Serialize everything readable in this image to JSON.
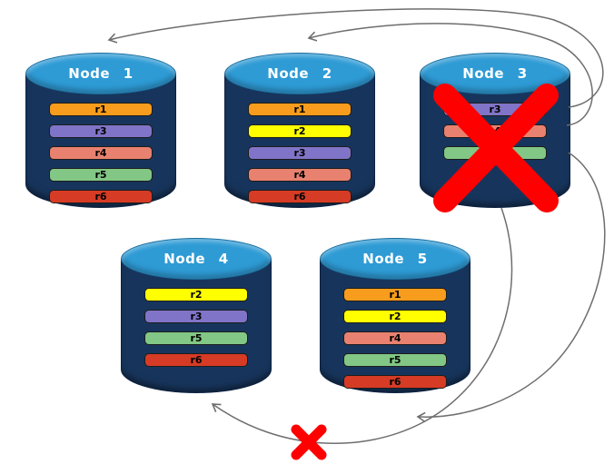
{
  "colors": {
    "background": "#FFFFFF",
    "node_body": "#17355C",
    "node_top": "#2E9BD5",
    "node_label_text": "#FFFFFF",
    "arrow": "#6E6E6E",
    "x_mark": "#FF0000"
  },
  "replica_colors": {
    "r1": "#F79C1D",
    "r2": "#FFFF00",
    "r3": "#8074C8",
    "r4": "#E8816F",
    "r5": "#82C785",
    "r6": "#D63B25"
  },
  "nodes": [
    {
      "label": "Node 1",
      "replicas": [
        "r1",
        "r3",
        "r4",
        "r5",
        "r6"
      ],
      "failed": false
    },
    {
      "label": "Node 2",
      "replicas": [
        "r1",
        "r2",
        "r3",
        "r4",
        "r6"
      ],
      "failed": false
    },
    {
      "label": "Node 3",
      "replicas": [
        "r3",
        "r4",
        "r5"
      ],
      "failed": true
    },
    {
      "label": "Node 4",
      "replicas": [
        "r2",
        "r3",
        "r5",
        "r6"
      ],
      "failed": false
    },
    {
      "label": "Node 5",
      "replicas": [
        "r1",
        "r2",
        "r4",
        "r5",
        "r6"
      ],
      "failed": false
    }
  ]
}
